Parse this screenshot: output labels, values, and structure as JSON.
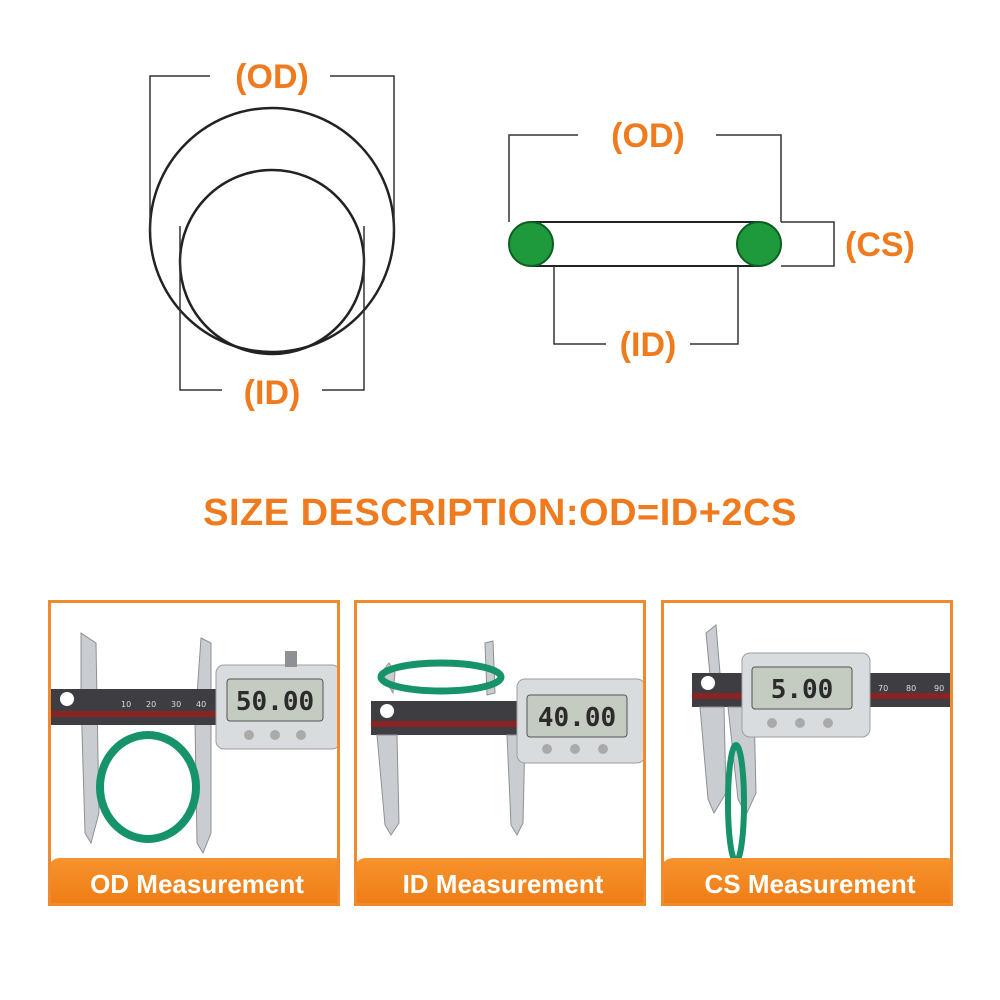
{
  "diagram": {
    "left": {
      "od_label": "(OD)",
      "id_label": "(ID)"
    },
    "right": {
      "od_label": "(OD)",
      "id_label": "(ID)",
      "cs_label": "(CS)"
    },
    "colors": {
      "label": "#f07a1e",
      "oring_green": "#1e9a3c",
      "line": "#222222"
    }
  },
  "formula": "SIZE DESCRIPTION:OD=ID+2CS",
  "cards": [
    {
      "label": "OD Measurement",
      "reading": "50.00",
      "scale": [
        "10",
        "20",
        "30",
        "40"
      ]
    },
    {
      "label": "ID Measurement",
      "reading": "40.00"
    },
    {
      "label": "CS Measurement",
      "reading": "5.00",
      "scale": [
        "70",
        "80",
        "90"
      ]
    }
  ]
}
